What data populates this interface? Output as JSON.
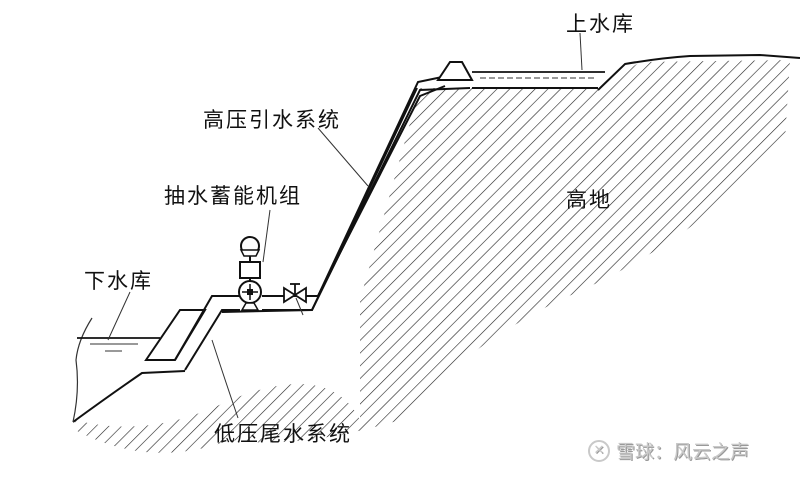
{
  "labels": {
    "upper_reservoir": "上水库",
    "high_pressure_intake": "高压引水系统",
    "pumped_storage_unit": "抽水蓄能机组",
    "lower_reservoir": "下水库",
    "highland": "高地",
    "low_pressure_tailrace": "低压尾水系统"
  },
  "watermark": {
    "text": "雪球：风云之声",
    "icon": "snowball-logo-icon"
  }
}
